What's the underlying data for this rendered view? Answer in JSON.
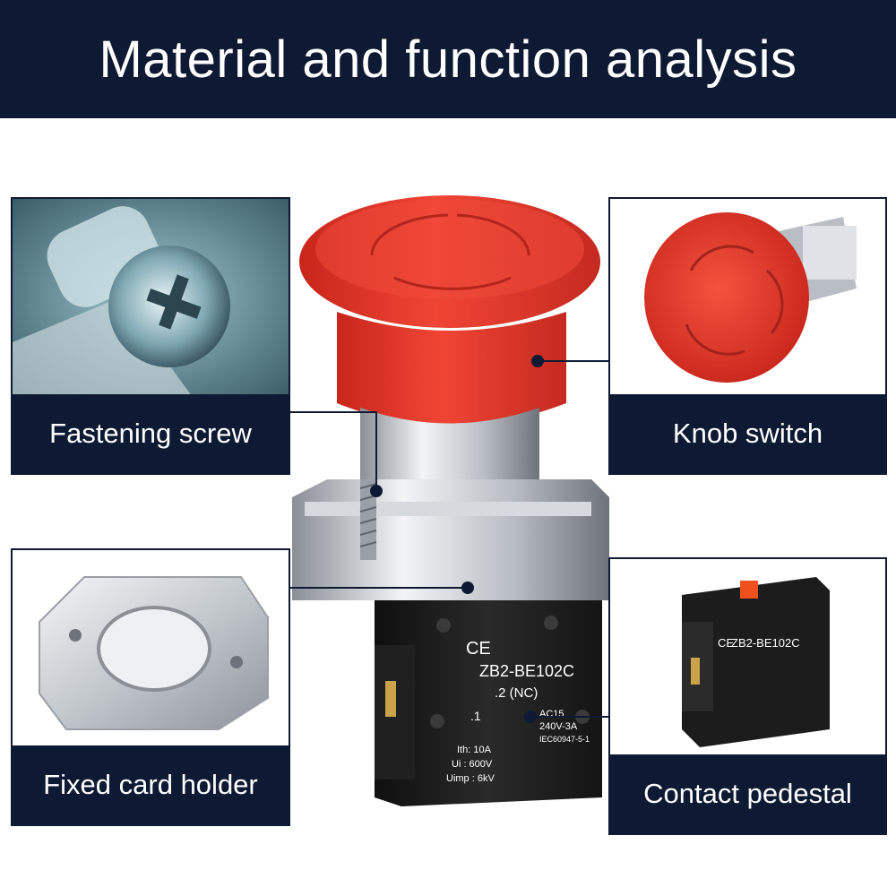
{
  "header": {
    "title": "Material and function analysis"
  },
  "callouts": {
    "fastening_screw": "Fastening screw",
    "knob_switch": "Knob switch",
    "fixed_card_holder": "Fixed card holder",
    "contact_pedestal": "Contact pedestal"
  },
  "product": {
    "model": "ZB2-BE102C",
    "contact": ".2 (NC)",
    "terminal": ".1",
    "ce_mark": "CE",
    "rating_lines": [
      "Ith: 10A",
      "Ui : 600V",
      "Uimp : 6kV"
    ],
    "ac_lines": [
      "AC15",
      "240V-3A",
      "IEC60947-5-1"
    ]
  },
  "colors": {
    "banner": "#0e1a33",
    "knob_red": "#e8362a",
    "base_black": "#1b1b1b"
  }
}
